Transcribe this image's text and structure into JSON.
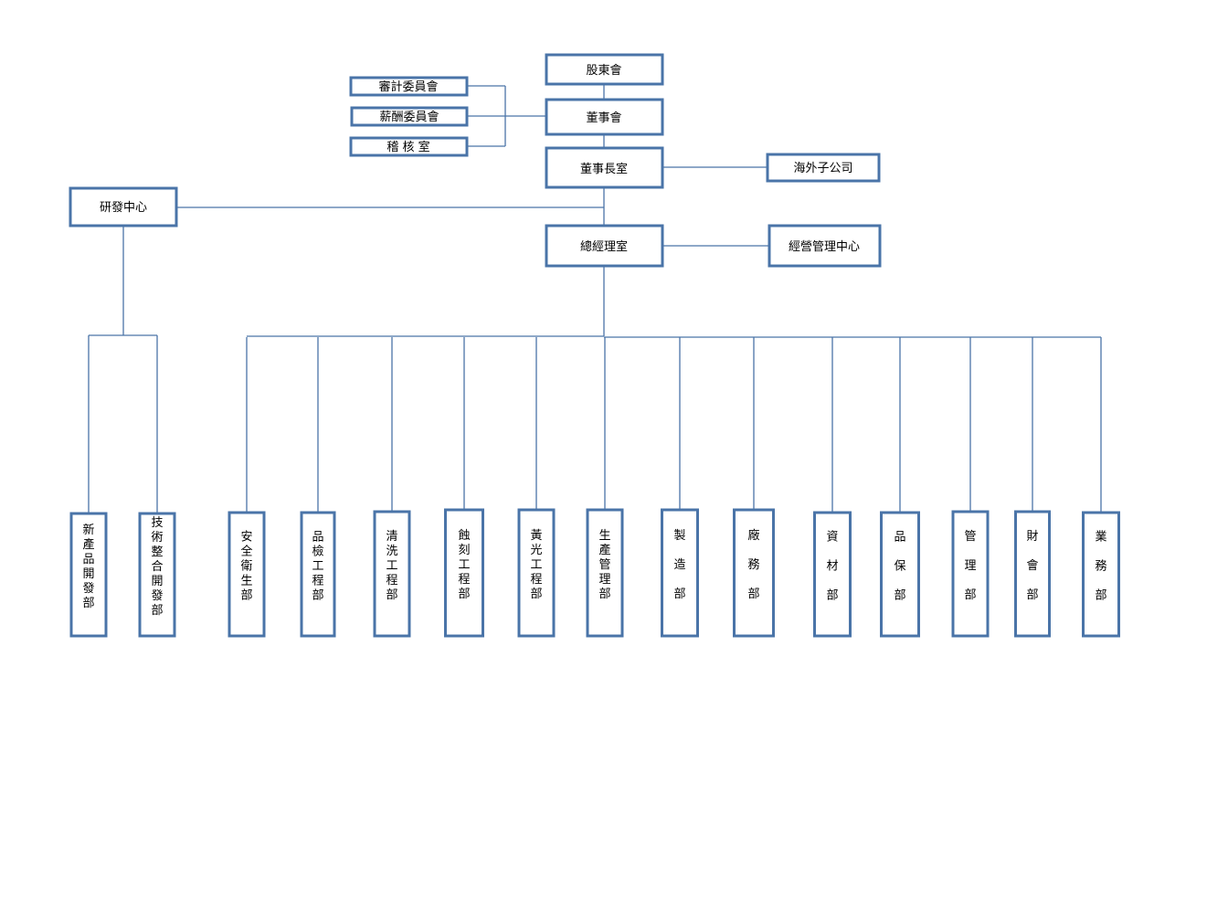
{
  "org_chart": {
    "shareholders": "股東會",
    "audit_committee": "審計委員會",
    "compensation_committee": "薪酬委員會",
    "audit_office": "稽 核 室",
    "board": "董事會",
    "chairman_office": "董事長室",
    "overseas_subsidiary": "海外子公司",
    "rd_center": "研發中心",
    "gm_office": "總經理室",
    "management_center": "經營管理中心",
    "rd_departments": [
      "新產品開發部",
      "技術整合開發部"
    ],
    "departments": [
      "安全衛生部",
      "品檢工程部",
      "清洗工程部",
      "蝕刻工程部",
      "黃光工程部",
      "生產管理部",
      "製造部",
      "廠務部",
      "資材部",
      "品保部",
      "管理部",
      "財會部",
      "業務部"
    ]
  }
}
